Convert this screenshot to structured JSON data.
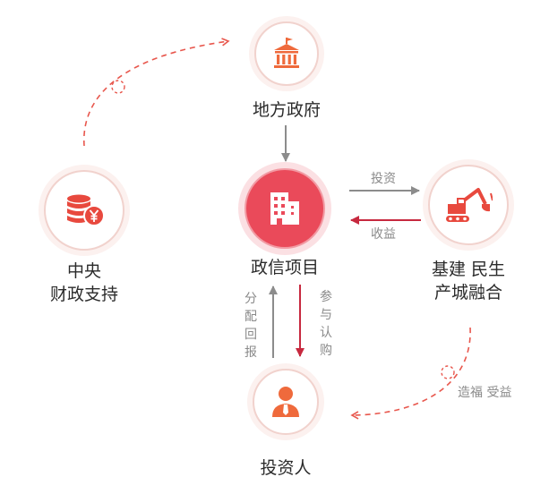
{
  "nodes": {
    "government": {
      "label": "地方政府"
    },
    "project": {
      "label": "政信项目"
    },
    "central_support": {
      "label_line1": "中央",
      "label_line2": "财政支持"
    },
    "infrastructure": {
      "label_line1": "基建 民生",
      "label_line2": "产城融合"
    },
    "investor": {
      "label": "投资人"
    }
  },
  "edges": {
    "invest": "投资",
    "returns": "收益",
    "distribution": "分配回报",
    "subscribe": "参与认购",
    "benefit": "造福 受益"
  },
  "colors": {
    "accent": "#e8493e",
    "accent_pink": "#ea4a5a",
    "icon_orange": "#ef6a3c",
    "arrow_gray": "#8c8c8c",
    "arrow_dark_red": "#c7293f"
  }
}
